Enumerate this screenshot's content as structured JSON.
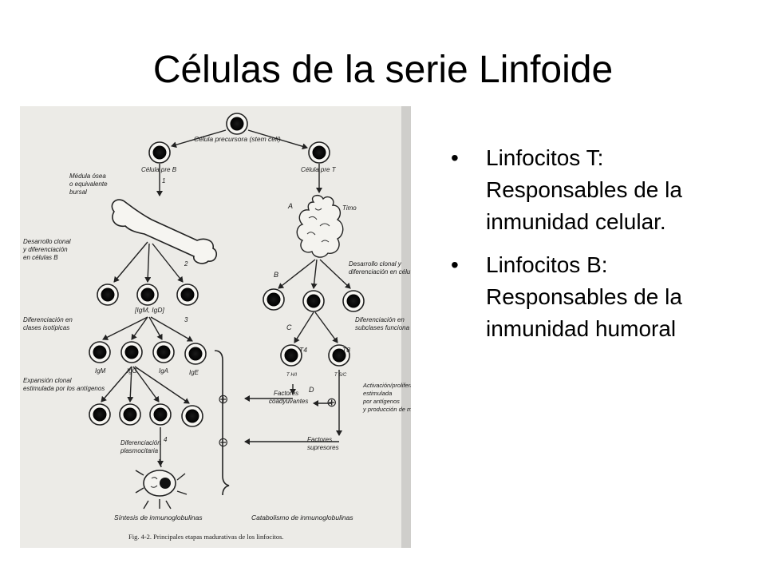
{
  "slide": {
    "title": "Células de la serie Linfoide"
  },
  "bullets": [
    {
      "marker": "•",
      "text": "Linfocitos T: Responsables de la inmunidad celular."
    },
    {
      "marker": "•",
      "text": "Linfocitos B: Responsables de la inmunidad humoral"
    }
  ],
  "figure": {
    "labels": {
      "stem": "Célula precursora (stem cell)",
      "pre_b": "Célula pre B",
      "pre_t": "Célula pre T",
      "step1": "1",
      "medula_1": "Médula ósea",
      "medula_2": "o equivalente",
      "medula_3": "bursal",
      "stage_a": "A",
      "timo": "Timo",
      "clonal_b_1": "Desarrollo clonal",
      "clonal_b_2": "y diferenciación",
      "clonal_b_3": "en células B",
      "step2": "2",
      "clonal_t_1": "Desarrollo clonal y",
      "clonal_t_2": "diferenciación en célu",
      "stage_b": "B",
      "igm_igd": "[IgM, IgD]",
      "step3": "3",
      "dif_iso_1": "Diferenciación en",
      "dif_iso_2": "clases isotípicas",
      "stage_c": "C",
      "dif_sub_1": "Diferenciación en",
      "dif_sub_2": "subclases funciona",
      "igm": "IgM",
      "igg": "IgG",
      "iga": "IgA",
      "ige": "IgE",
      "t4": "T4",
      "t8": "T8",
      "th": "T H/I",
      "tsc": "T S/C",
      "exp_1": "Expansión clonal",
      "exp_2": "estimulada por los antígenos",
      "plus": "⊕",
      "factores_1": "Factores",
      "factores_2": "coadyuvantes",
      "stage_d": "D",
      "act_1": "Activación/proliferación",
      "act_2": "estimulada",
      "act_3": "por antígenos",
      "act_4": "y producción de media",
      "minus": "⊖",
      "sup_1": "Factores",
      "sup_2": "supresores",
      "dif_plas_1": "Diferenciación",
      "dif_plas_2": "plasmocitaria",
      "step4": "4",
      "sintesis": "Síntesis de inmunoglobulinas",
      "catabolismo": "Catabolismo de inmunoglobulinas",
      "fig_caption": "Fig. 4-2. Principales etapas madurativas de los linfocitos."
    }
  }
}
